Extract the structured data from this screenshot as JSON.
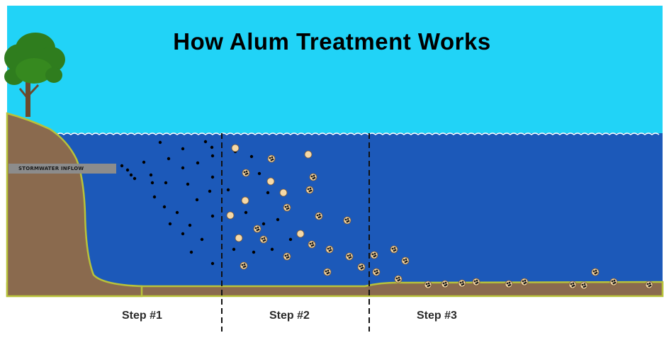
{
  "title": "How Alum Treatment Works",
  "inflow_label": "STORMWATER INFLOW",
  "steps": [
    {
      "label": "Step #1"
    },
    {
      "label": "Step #2"
    },
    {
      "label": "Step #3"
    }
  ],
  "colors": {
    "sky": "#21d3f7",
    "water": "#1c59b9",
    "soil": "#8a6a4e",
    "shoreline": "#b8c23a",
    "floc": "#f6d9a6",
    "particle": "#000000"
  }
}
